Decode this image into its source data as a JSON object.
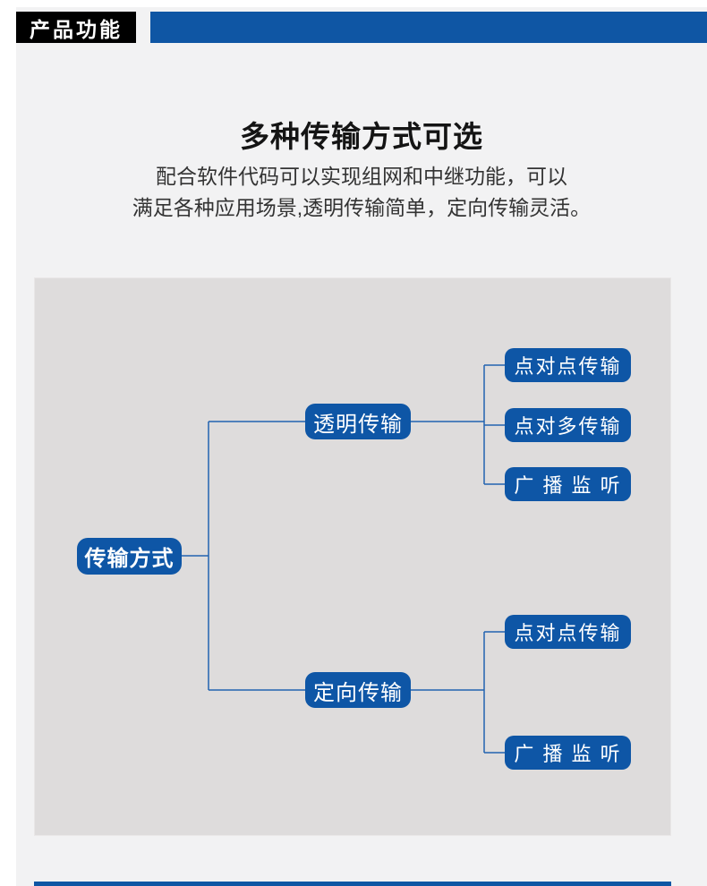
{
  "header": {
    "tag_label": "产品功能",
    "accent_color": "#0f56a4"
  },
  "intro": {
    "title": "多种传输方式可选",
    "line1": "配合软件代码可以实现组网和中继功能，可以",
    "line2": "满足各种应用场景,透明传输简单，定向传输灵活。"
  },
  "diagram": {
    "panel_bg": "#dedcdc",
    "node_color": "#0e56a6",
    "line_color": "#2263b0",
    "root": {
      "label": "传输方式"
    },
    "branches": [
      {
        "label": "透明传输",
        "children": [
          "点对点传输",
          "点对多传输",
          "广 播 监 听"
        ]
      },
      {
        "label": "定向传输",
        "children": [
          "点对点传输",
          "广 播 监 听"
        ]
      }
    ]
  }
}
